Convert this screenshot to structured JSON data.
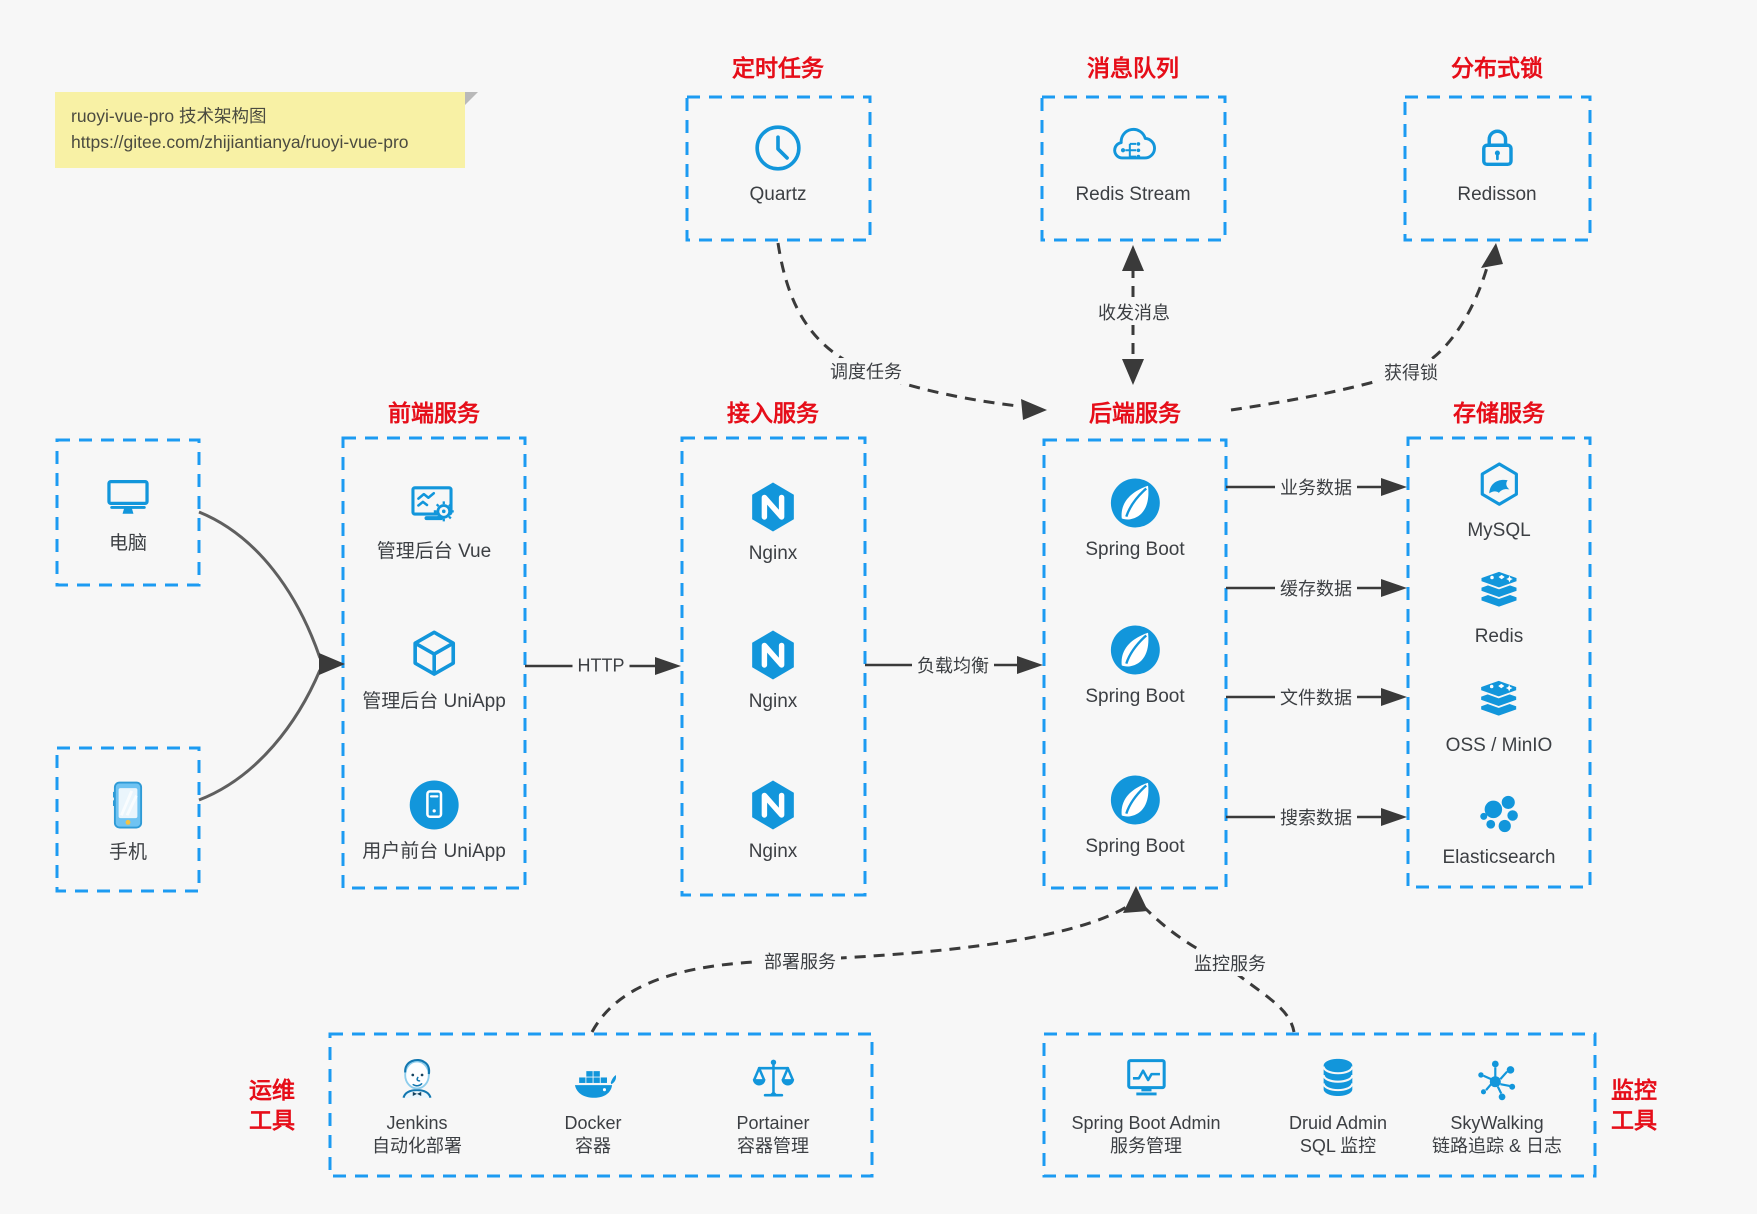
{
  "note": {
    "line1": "ruoyi-vue-pro 技术架构图",
    "line2": "https://gitee.com/zhijiantianya/ruoyi-vue-pro"
  },
  "titles": {
    "scheduler": "定时任务",
    "mq": "消息队列",
    "lock": "分布式锁",
    "frontend": "前端服务",
    "gateway": "接入服务",
    "backend": "后端服务",
    "storage": "存储服务"
  },
  "nodes": {
    "quartz": "Quartz",
    "redis_stream": "Redis Stream",
    "redisson": "Redisson",
    "computer": "电脑",
    "phone": "手机",
    "fe_vue": "管理后台 Vue",
    "fe_uniapp_admin": "管理后台 UniApp",
    "fe_uniapp_user": "用户前台 UniApp",
    "nginx": "Nginx",
    "spring_boot": "Spring Boot",
    "mysql": "MySQL",
    "redis": "Redis",
    "oss": "OSS / MinIO",
    "es": "Elasticsearch"
  },
  "ops": {
    "label1": "运维",
    "label2": "工具",
    "items": [
      {
        "name": "Jenkins",
        "desc": "自动化部署"
      },
      {
        "name": "Docker",
        "desc": "容器"
      },
      {
        "name": "Portainer",
        "desc": "容器管理"
      }
    ]
  },
  "monitoring": {
    "label1": "监控",
    "label2": "工具",
    "items": [
      {
        "name": "Spring Boot Admin",
        "desc": "服务管理"
      },
      {
        "name": "Druid Admin",
        "desc": "SQL 监控"
      },
      {
        "name": "SkyWalking",
        "desc": "链路追踪 & 日志"
      }
    ]
  },
  "edges": {
    "http": "HTTP",
    "lb": "负载均衡",
    "schedule": "调度任务",
    "msg": "收发消息",
    "lock": "获得锁",
    "biz": "业务数据",
    "cache": "缓存数据",
    "file": "文件数据",
    "search": "搜索数据",
    "deploy": "部署服务",
    "monitor": "监控服务"
  },
  "colors": {
    "box_border_blue": "#1c9bf2",
    "icon_blue": "#1296db",
    "title_red": "#e60e19",
    "line_dark": "#3a3a3a",
    "background": "#f7f7f7",
    "note_yellow": "#f8f1a5"
  }
}
